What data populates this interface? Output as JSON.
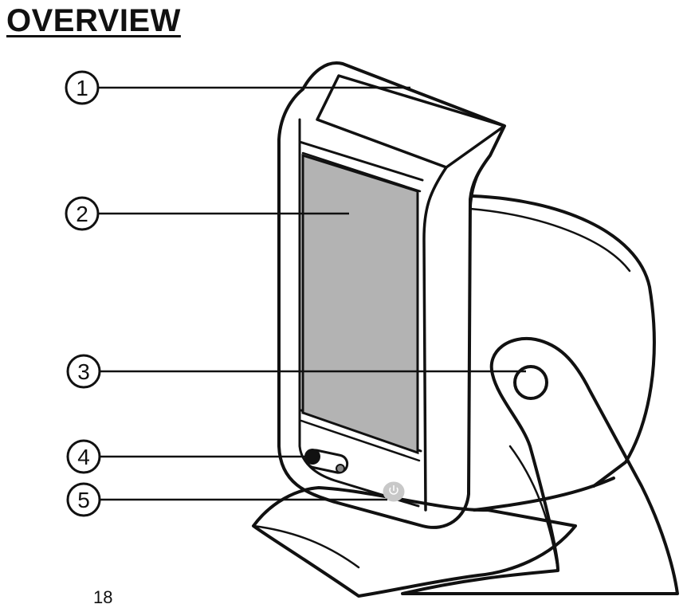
{
  "page": {
    "title": "OVERVIEW",
    "page_number": "18"
  },
  "callouts": [
    {
      "number": "1",
      "part": "handle-icon"
    },
    {
      "number": "2",
      "part": "heating-panel-icon"
    },
    {
      "number": "3",
      "part": "pivot-knob-icon"
    },
    {
      "number": "4",
      "part": "switch-icon"
    },
    {
      "number": "5",
      "part": "power-indicator-icon"
    }
  ],
  "colors": {
    "line": "#111111",
    "panel_fill": "#b3b3b3",
    "indicator_fill": "#c8c8c8",
    "background": "#ffffff"
  }
}
